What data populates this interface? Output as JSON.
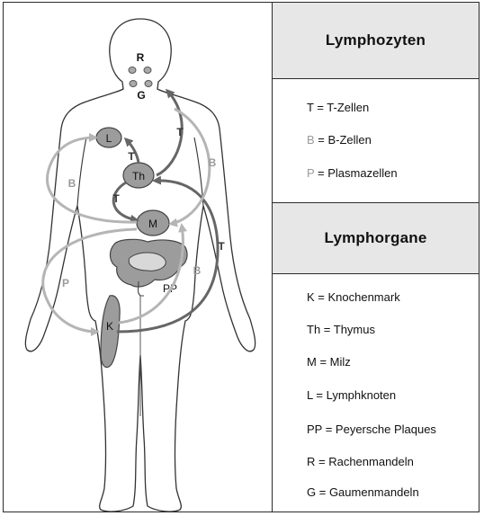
{
  "legend": {
    "lymphozyten": {
      "title": "Lymphozyten",
      "items": [
        {
          "key": "T",
          "rest": " = T-Zellen",
          "key_color": "#111111"
        },
        {
          "key": "B",
          "rest": " = B-Zellen",
          "key_color": "#9a9a9a"
        },
        {
          "key": "P",
          "rest": " = Plasmazellen",
          "key_color": "#9a9a9a"
        }
      ]
    },
    "lymphorgane": {
      "title": "Lymphorgane",
      "items": [
        {
          "key": "K",
          "rest": " = Knochenmark"
        },
        {
          "key": "Th",
          "rest": " = Thymus"
        },
        {
          "key": "M",
          "rest": " = Milz"
        },
        {
          "key": "L",
          "rest": " = Lymphknoten"
        },
        {
          "key": "PP",
          "rest": " = Peyersche Plaques"
        },
        {
          "key": "R",
          "rest": " = Rachenmandeln"
        },
        {
          "key": "G",
          "rest": " = Gaumenmandeln"
        }
      ]
    }
  },
  "diagram": {
    "labels": {
      "R": "R",
      "G": "G",
      "L": "L",
      "Th": "Th",
      "M": "M",
      "K": "K",
      "PP": "PP",
      "arrow_T1": "T",
      "arrow_T2": "T",
      "arrow_T3": "T",
      "arrow_T4": "T",
      "arrow_B1": "B",
      "arrow_B2": "B",
      "arrow_B3": "B",
      "arrow_P": "P"
    },
    "colors": {
      "organ_fill": "#9c9c9c",
      "organ_stroke": "#444444",
      "t_arrow": "#666666",
      "b_arrow": "#b5b5b5",
      "body_outline": "#333333"
    }
  }
}
